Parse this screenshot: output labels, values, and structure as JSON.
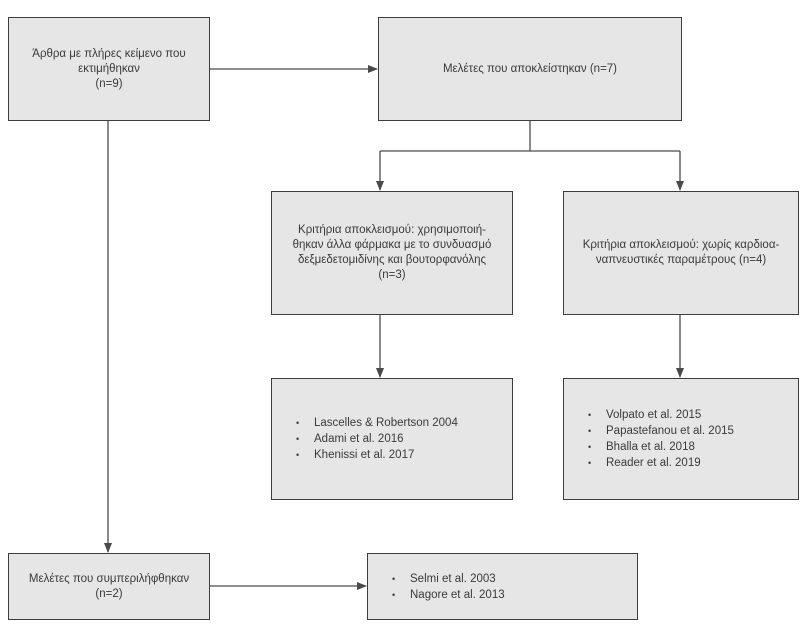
{
  "boxes": {
    "assessed": {
      "line1": "Άρθρα με πλήρες κείμενο που",
      "line2": "εκτιμήθηκαν",
      "count": "(n=9)"
    },
    "excluded": {
      "label": "Μελέτες που αποκλείστηκαν (n=7)"
    },
    "criteria_drugs": {
      "line1": "Κριτήρια αποκλεισμού: χρησιμοποιή-",
      "line2": "θηκαν άλλα φάρμακα με το συνδυασμό",
      "line3": "δεξμεδετομιδίνης και βουτορφανόλης",
      "count": "(n=3)"
    },
    "criteria_cardio": {
      "line1": "Κριτήρια αποκλεισμού: χωρίς καρδιοα-",
      "line2": "ναπνευστικές παραμέτρους (n=4)"
    },
    "list_drugs": [
      "Lascelles & Robertson 2004",
      "Adami et al. 2016",
      "Khenissi et al. 2017"
    ],
    "list_cardio": [
      "Volpato et al. 2015",
      "Papastefanou et al. 2015",
      "Bhalla et al. 2018",
      "Reader et al. 2019"
    ],
    "included": {
      "label": "Μελέτες που συμπεριλήφθηκαν",
      "count": "(n=2)"
    },
    "list_included": [
      "Selmi et al. 2003",
      "Nagore et al. 2013"
    ]
  }
}
